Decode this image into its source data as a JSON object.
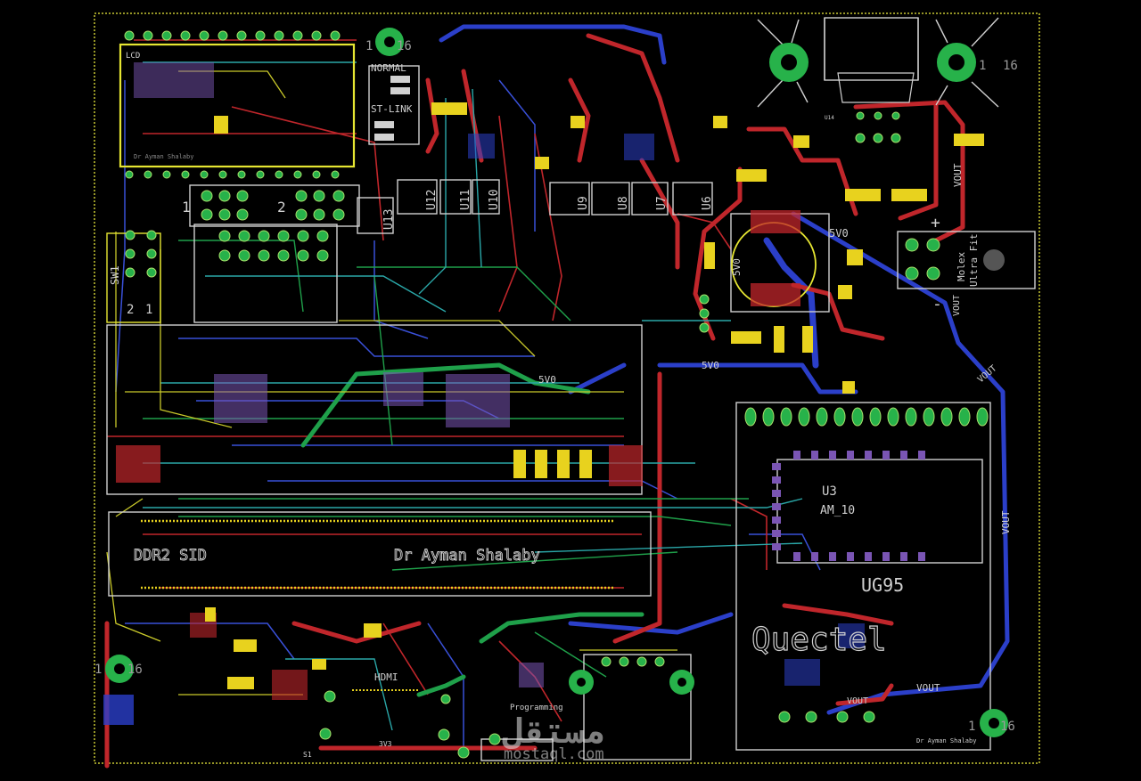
{
  "colors": {
    "background": "#000000",
    "board_outline": "#c8c832",
    "top_copper": "#c0262b",
    "bottom_copper": "#2b3fc9",
    "inner_green": "#1fa04a",
    "inner_cyan": "#2aa7a8",
    "inner_yellow": "#c9c92a",
    "silkscreen": "#d0d0d0",
    "pad_yellow": "#e8d21e",
    "via_green": "#27b24a",
    "smd_purple": "#7a55b4"
  },
  "labels": {
    "lcd": "LCD",
    "normal": "NORMAL",
    "st_link": "ST-LINK",
    "hole_tl": "1",
    "hole_tl2": "16",
    "hole_tr": "1",
    "hole_tr2": "16",
    "hole_bl": "1",
    "hole_bl2": "16",
    "hole_br": "1",
    "hole_br2": "16",
    "header1": "1",
    "header2": "2",
    "sw1": "SW1",
    "sw_n2": "2",
    "sw_n1": "1",
    "u13": "U13",
    "u12": "U12",
    "u11": "U11",
    "u10": "U10",
    "u9": "U9",
    "u8": "U8",
    "u7": "U7",
    "u6": "U6",
    "u14": "U14",
    "v5_0_a": "5V0",
    "v5_0_b": "5V0",
    "v5_0_c": "5V0",
    "v5_0_d": "5V0",
    "vout_a": "VOUT",
    "vout_b": "VOUT",
    "vout_c": "VOUT",
    "vout_d": "VOUT",
    "vout_e": "VOUT",
    "vout_f": "VOUT",
    "plus": "+",
    "minus": "-",
    "molex": "Molex",
    "ultra_fit": "Ultra Fit",
    "u3": "U3",
    "am10": "AM_10",
    "ug95": "UG95",
    "quectel": "Quectel",
    "ddr2": "DDR2 SID",
    "author": "Dr Ayman Shalaby",
    "author_small": "Dr Ayman Shalaby",
    "author_small2": "Dr Ayman Shalaby",
    "hdmi": "HDMI",
    "programming": "Programming",
    "v3v3": "3V3",
    "s1": "S1",
    "watermark": "مستقل",
    "watermark_url": "mostaql.com"
  }
}
